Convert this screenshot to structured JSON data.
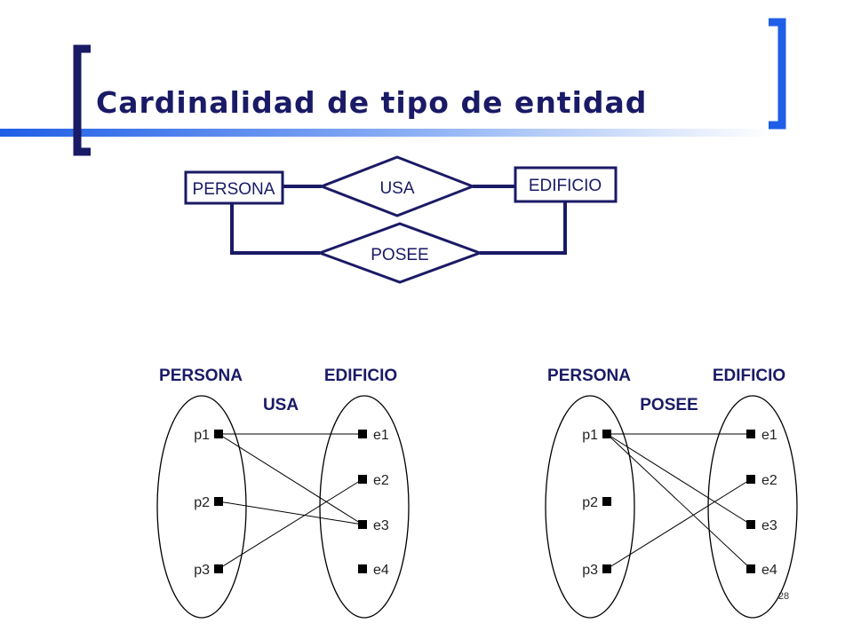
{
  "slide": {
    "title": "Cardinalidad de tipo de entidad",
    "page_number": "28",
    "colors": {
      "accent": "#1f5ee6",
      "dark": "#1a1a66"
    }
  },
  "er_diagram": {
    "entity_persona": "PERSONA",
    "entity_edificio": "EDIFICIO",
    "relationship_usa": "USA",
    "relationship_posee": "POSEE"
  },
  "instance_diagrams": [
    {
      "relationship": "USA",
      "left_set": "PERSONA",
      "right_set": "EDIFICIO",
      "left_elements": [
        "p1",
        "p2",
        "p3"
      ],
      "right_elements": [
        "e1",
        "e2",
        "e3",
        "e4"
      ],
      "links": [
        [
          "p1",
          "e1"
        ],
        [
          "p1",
          "e3"
        ],
        [
          "p2",
          "e3"
        ],
        [
          "p3",
          "e2"
        ]
      ]
    },
    {
      "relationship": "POSEE",
      "left_set": "PERSONA",
      "right_set": "EDIFICIO",
      "left_elements": [
        "p1",
        "p2",
        "p3"
      ],
      "right_elements": [
        "e1",
        "e2",
        "e3",
        "e4"
      ],
      "links": [
        [
          "p1",
          "e1"
        ],
        [
          "p1",
          "e3"
        ],
        [
          "p1",
          "e4"
        ],
        [
          "p3",
          "e2"
        ]
      ]
    }
  ]
}
